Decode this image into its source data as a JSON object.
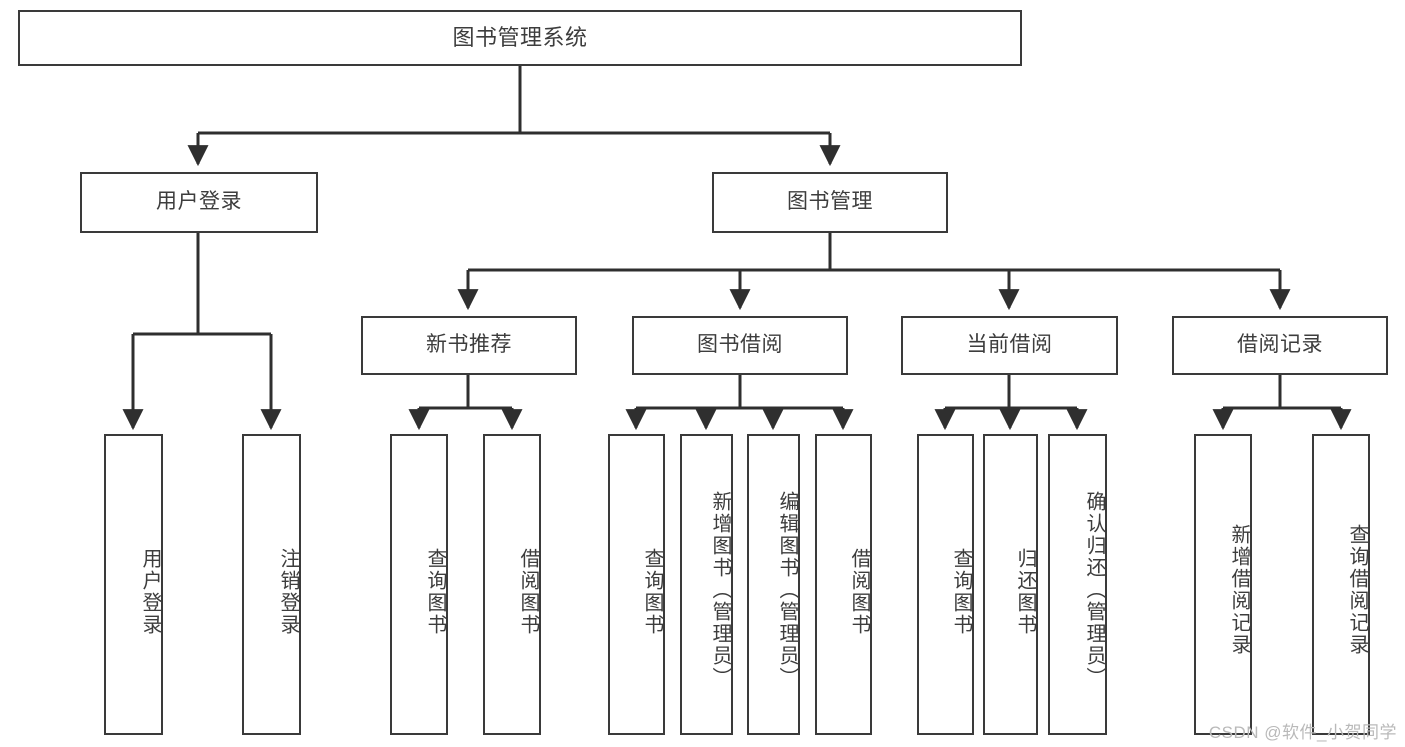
{
  "diagram": {
    "title": "图书管理系统",
    "type": "tree",
    "colors": {
      "box_border": "#3a3a3a",
      "box_fill": "#ffffff",
      "text": "#3d3d3d",
      "edge": "#2f2f2f",
      "watermark": "#b9b9b9",
      "background": "#ffffff"
    }
  },
  "nodes": {
    "root": {
      "label": "图书管理系统"
    },
    "level2": [
      {
        "id": "user-login",
        "label": "用户登录"
      },
      {
        "id": "book-manage",
        "label": "图书管理"
      }
    ],
    "level3": [
      {
        "id": "new-book-recommend",
        "label": "新书推荐"
      },
      {
        "id": "book-borrow",
        "label": "图书借阅"
      },
      {
        "id": "current-borrow",
        "label": "当前借阅"
      },
      {
        "id": "borrow-record",
        "label": "借阅记录"
      }
    ],
    "leaves": {
      "user_login": [
        {
          "id": "leaf-user-login",
          "label": "用户登录"
        },
        {
          "id": "leaf-logout-login",
          "label": "注销登录"
        }
      ],
      "new_book_recommend": [
        {
          "id": "leaf-query-book-1",
          "label": "查询图书"
        },
        {
          "id": "leaf-borrow-book-1",
          "label": "借阅图书"
        }
      ],
      "book_borrow": [
        {
          "id": "leaf-query-book-2",
          "label": "查询图书"
        },
        {
          "id": "leaf-add-book-admin",
          "label": "新增图书（管理员）"
        },
        {
          "id": "leaf-edit-book-admin",
          "label": "编辑图书（管理员）"
        },
        {
          "id": "leaf-borrow-book-2",
          "label": "借阅图书"
        }
      ],
      "current_borrow": [
        {
          "id": "leaf-query-book-3",
          "label": "查询图书"
        },
        {
          "id": "leaf-return-book",
          "label": "归还图书"
        },
        {
          "id": "leaf-confirm-return-admin",
          "label": "确认归还（管理员）"
        }
      ],
      "borrow_record": [
        {
          "id": "leaf-add-borrow-record",
          "label": "新增借阅记录"
        },
        {
          "id": "leaf-query-borrow-record",
          "label": "查询借阅记录"
        }
      ]
    }
  },
  "watermark": {
    "text": "CSDN @软件_小贺同学"
  }
}
